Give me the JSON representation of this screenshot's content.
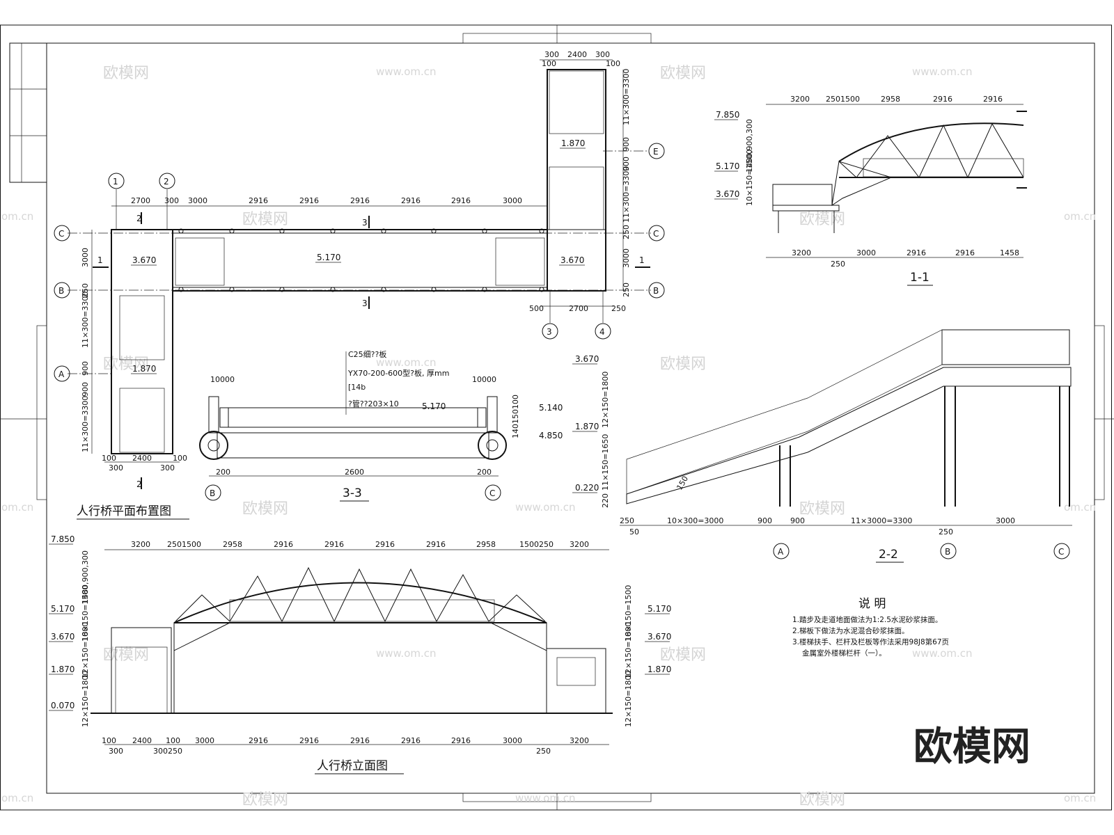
{
  "watermark": {
    "brand": "欧模网",
    "url": "www.om.cn",
    "edge": "om.cn"
  },
  "titles": {
    "plan": "人行桥平面布置图",
    "elevation": "人行桥立面图",
    "sec11": "1-1",
    "sec22": "2-2",
    "sec33": "3-3"
  },
  "axes": {
    "a1": "1",
    "a2": "2",
    "a3": "3",
    "a4": "4",
    "A": "A",
    "B": "B",
    "C": "C",
    "E": "E"
  },
  "elev_labels": {
    "e7850": "7.850",
    "e5170": "5.170",
    "e3670": "3.670",
    "e1870": "1.870",
    "e0070": "0.070",
    "e0220": "0.220",
    "e5140": "5.140",
    "e4850": "4.850"
  },
  "dims": {
    "d100": "100",
    "d300": "300",
    "d2400": "2400",
    "d2700": "2700",
    "d3000": "3000",
    "d2916": "2916",
    "d500": "500",
    "d250": "250",
    "d3200": "3200",
    "d2501500": "2501500",
    "d2958": "2958",
    "d1500250": "1500250",
    "d300250": "300250",
    "d1458": "1458",
    "d200": "200",
    "d2600": "2600",
    "d900": "900",
    "d50": "50",
    "d10000": "10000",
    "d10000b": "10000",
    "v11x300": "11×300=3300",
    "v900": "900",
    "v3000": "3000",
    "v250": "250",
    "v1480": "1480,900,300",
    "v10x150": "10×150=1500",
    "v12x150a": "12×150=1800",
    "v12x150b": "12×150=1800",
    "v11x150": "11×150=1650",
    "v220": "220",
    "v140150100": "140150100",
    "h10x300": "10×300=3000",
    "h11x3000": "11×3000=3300"
  },
  "sec33_notes": {
    "n1": "C25细??板",
    "n2": "YX70-200-600型?板, 厚mm",
    "n3": "[14b",
    "n4": "?管??203×10"
  },
  "notes": {
    "title": "说  明",
    "l1": "1.踏步及走道地面做法为1:2.5水泥砂浆抹面。",
    "l2": "2.梯板下做法为水泥混合砂浆抹面。",
    "l3": "3.楼梯扶手、栏杆及栏板等作法采用98J8第67页",
    "l4": "金属室外楼梯栏杆（一）。"
  },
  "section_marks": {
    "m1": "1",
    "m2": "2",
    "m3": "3",
    "s150": "150"
  }
}
